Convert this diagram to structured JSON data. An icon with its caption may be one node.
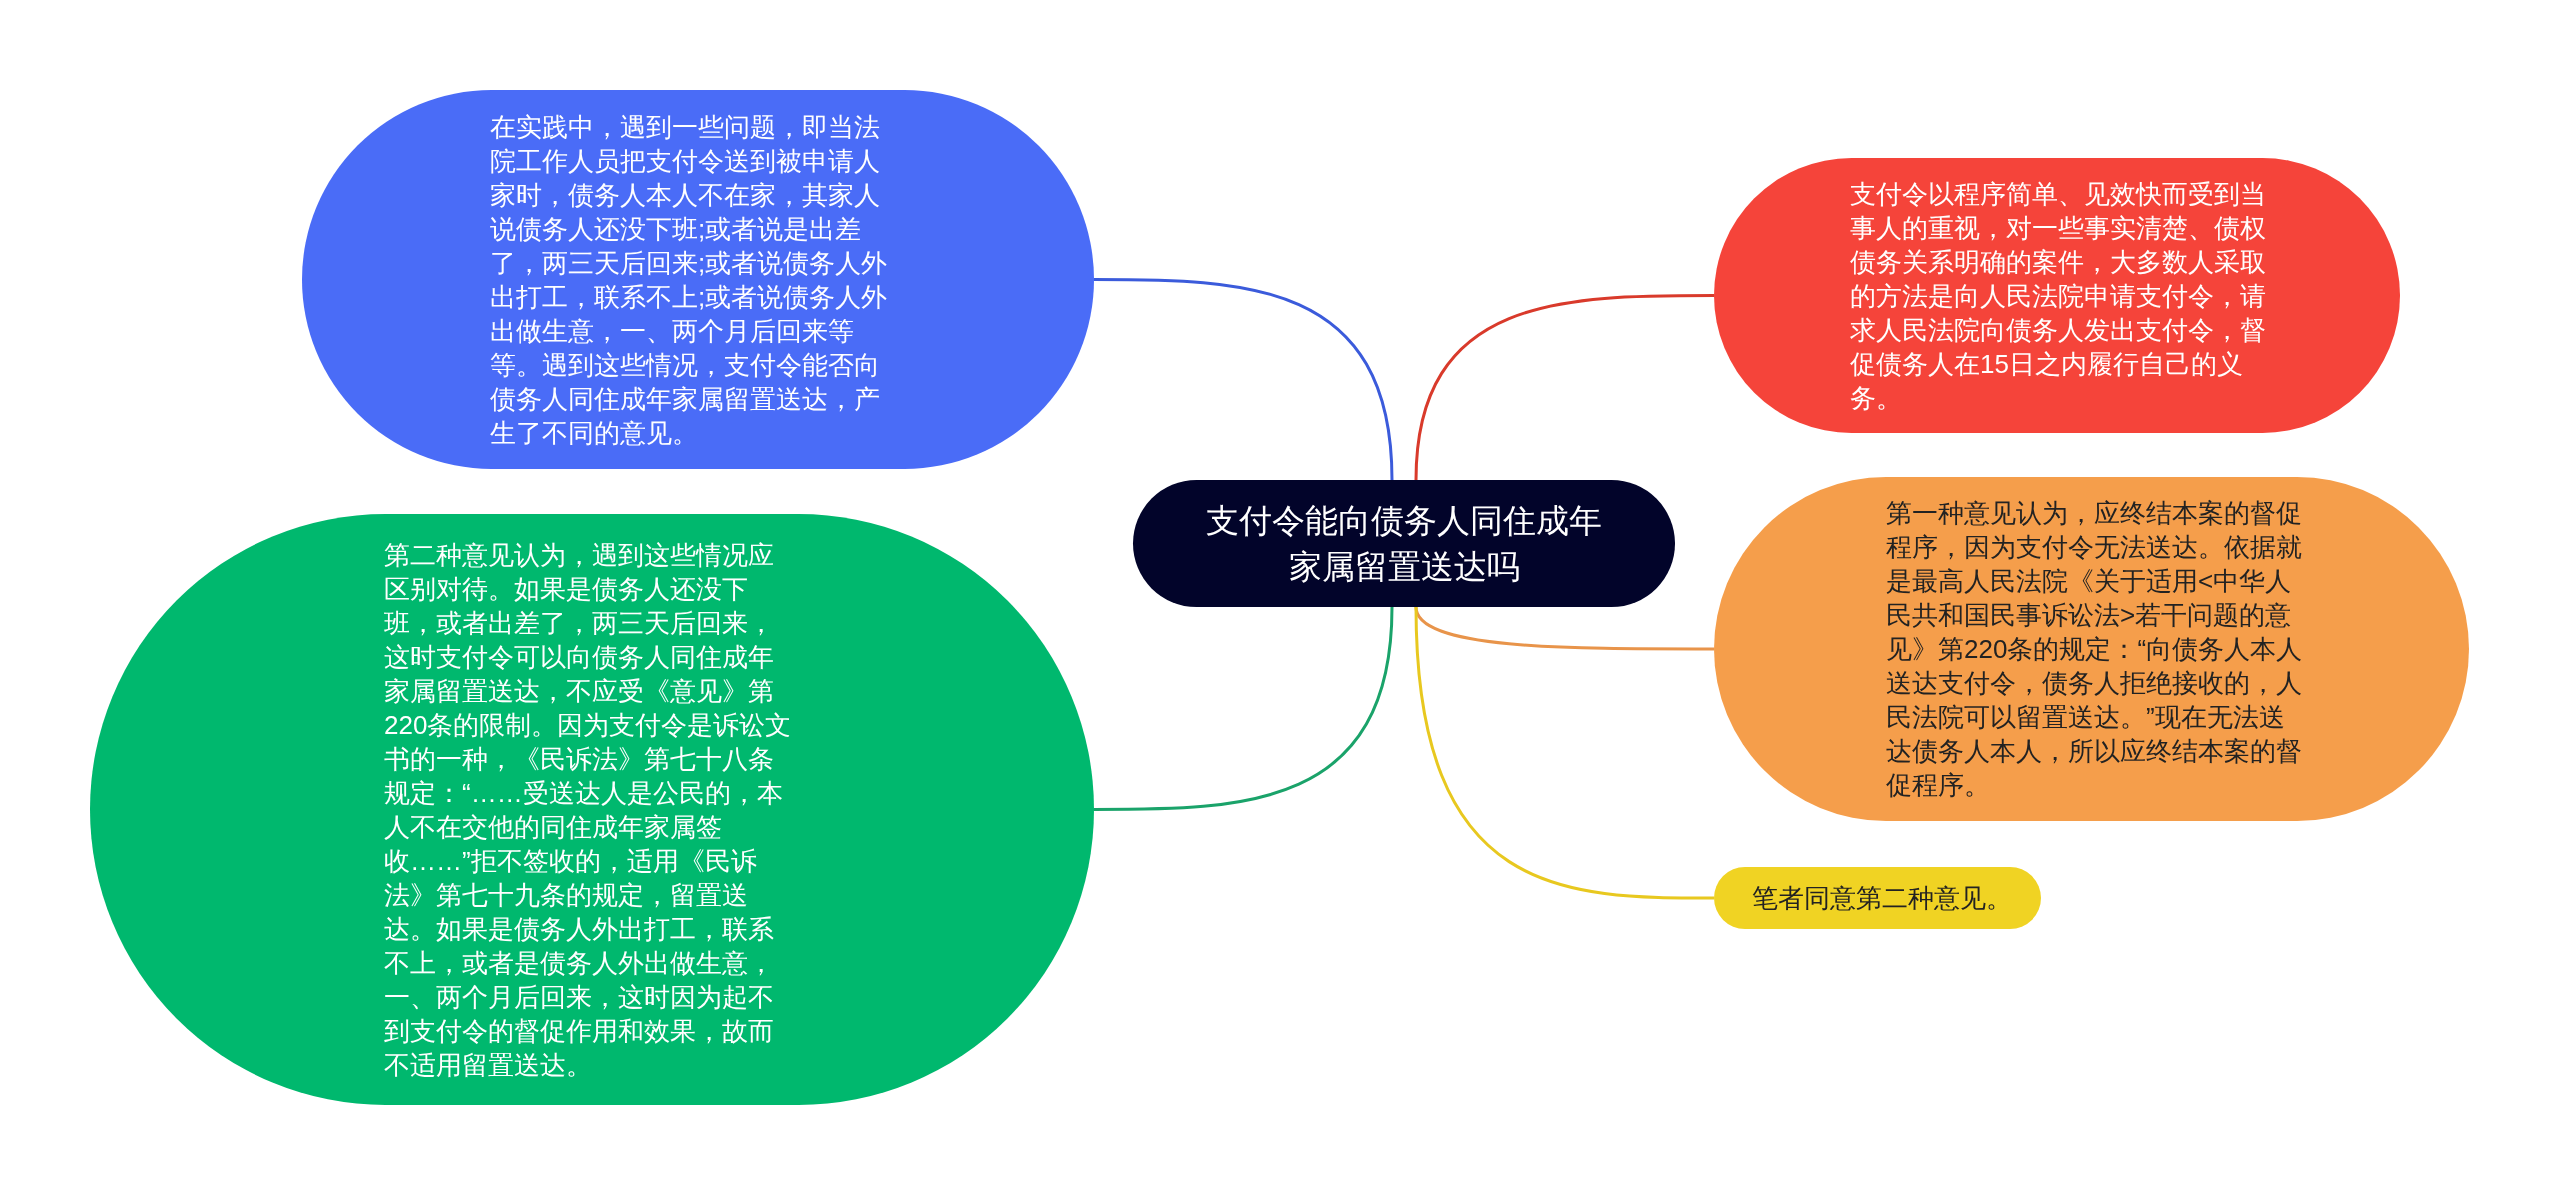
{
  "diagram": {
    "nodes": [
      {
        "text": [
          "支付令能向债务人同住成年家属留置送达吗"
        ]
      },
      {
        "text": [
          "在实践中，遇到一些问题，即当法院工作人员把支付令送到被申请人家时，债务人本人不在家，其家人说债务人还没下班;或者说是出差了，两三天后回来;或者说债务人外出打工，联系不上;或者说债务人外出做生意，一、两个月后回来等等。遇到这些情况，支付令能否向债务人同住成年家属留置送达，产生了不同的意见。"
        ]
      },
      {
        "text": [
          "第二种意见认为，遇到这些情况应区别对待。如果是债务人还没下班，或者出差了，两三天后回来，这时支付令可以向债务人同住成年家属留置送达，不应受《意见》第220条的限制。因为支付令是诉讼文书的一种，《民诉法》第七十八条规定：“……受送达人是公民的，本人不在交他的同住成年家属签收……”拒不签收的，适用《民诉法》第七十九条的规定，留置送达。如果是债务人外出打工，联系不上，或者是债务人外出做生意，一、两个月后回来，这时因为起不到支付令的督促作用和效果，故而不适用留置送达。"
        ]
      },
      {
        "text": [
          "支付令以程序简单、见效快而受到当事人的重视，对一些事实清楚、债权债务关系明确的案件，大多数人采取的方法是向人民法院申请支付令，请求人民法院向债务人发出支付令，督促债务人在15日之内履行自己的义务。"
        ]
      },
      {
        "text": [
          "第一种意见认为，应终结本案的督促程序，因为支付令无法送达。依据就是最高人民法院《关于适用<中华人民共和国民事诉讼法>若干问题的意见》第220条的规定：“向债务人本人送达支付令，债务人拒绝接收的，人民法院可以留置送达。”现在无法送达债务人本人，所以应终结本案的督促程序。"
        ]
      },
      {
        "text": [
          "笔者同意第二种意见。"
        ]
      }
    ],
    "edges": [
      {
        "from": 0,
        "to": 1,
        "arrow": "none",
        "color": "#3b5bdb"
      },
      {
        "from": 0,
        "to": 2,
        "arrow": "none",
        "color": "#1aa36a"
      },
      {
        "from": 0,
        "to": 3,
        "arrow": "none",
        "color": "#d93a2b"
      },
      {
        "from": 0,
        "to": 4,
        "arrow": "none",
        "color": "#e8944a"
      },
      {
        "from": 0,
        "to": 5,
        "arrow": "none",
        "color": "#e8c81f"
      }
    ]
  }
}
